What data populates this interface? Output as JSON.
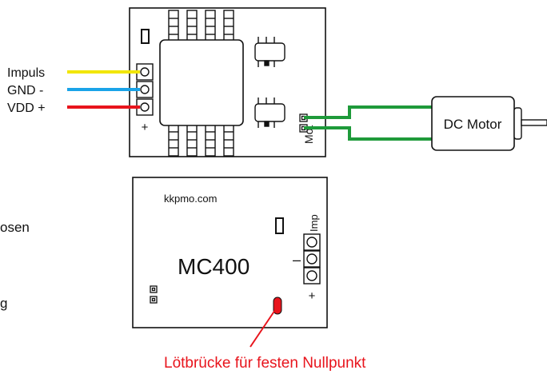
{
  "top_board": {
    "wire_labels": [
      "Impuls",
      "GND -",
      "VDD +"
    ],
    "plus_sign": "+",
    "motor_terminal_label": "Mot",
    "motor_label": "DC Motor"
  },
  "bottom_board": {
    "website": "kkpmo.com",
    "model": "MC400",
    "imp_label": "Imp",
    "minus_sign": "–",
    "plus_sign": "+"
  },
  "side_fragments": {
    "upper": "osen",
    "lower": "g"
  },
  "annotation": {
    "text": "Lötbrücke für festen Nullpunkt"
  },
  "colors": {
    "impuls_wire": "#f2e600",
    "gnd_wire": "#1aa3e8",
    "vdd_wire": "#e8141c",
    "motor_wire": "#1e9a3a",
    "solder_bridge": "#e8141c",
    "annotation_text": "#e8141c"
  }
}
